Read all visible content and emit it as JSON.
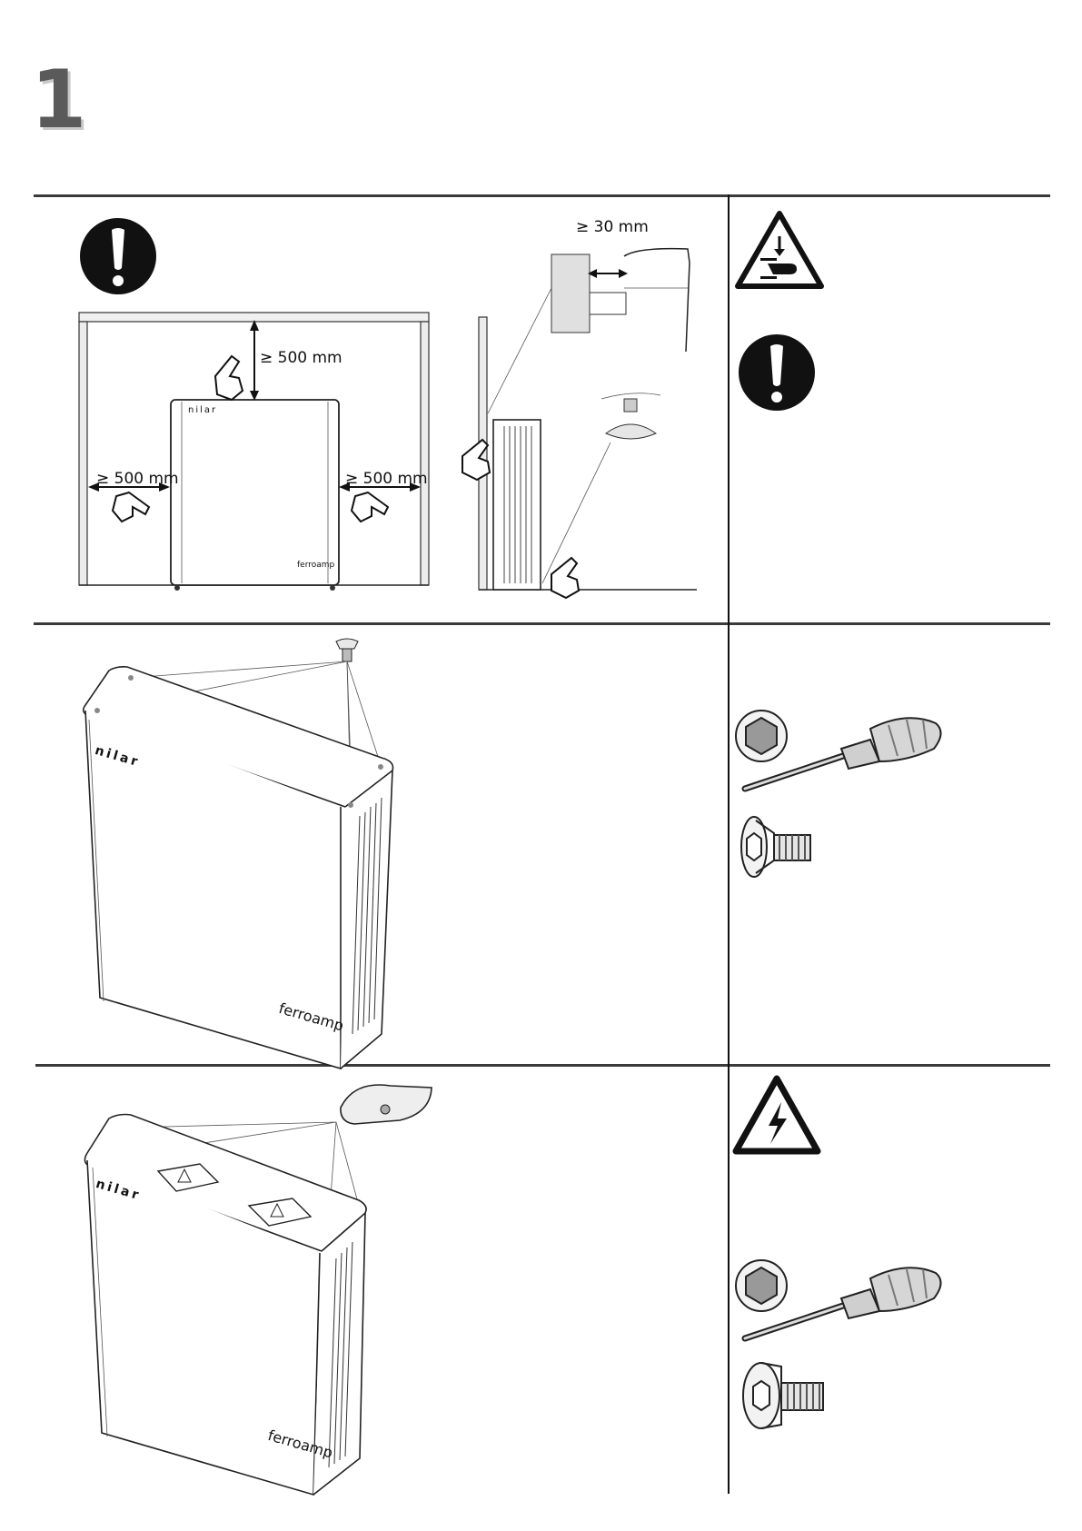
{
  "page": {
    "step_number": "1"
  },
  "panel1": {
    "clearance_top": "≥ 500 mm",
    "clearance_left": "≥ 500 mm",
    "clearance_right": "≥ 500 mm",
    "clearance_wall": "≥ 30 mm",
    "brand_nilar": "nilar",
    "brand_ferroamp": "ferroamp"
  },
  "panel2": {
    "brand_nilar": "nilar",
    "brand_ferroamp": "ferroamp"
  },
  "panel3": {
    "brand_nilar": "nilar",
    "brand_ferroamp": "ferroamp"
  },
  "icons": {
    "attention": "exclamation-icon",
    "crush_warning": "hand-crush-warning-icon",
    "electric_warning": "high-voltage-warning-icon",
    "tool": "hex-screwdriver-icon",
    "screw_flat": "countersunk-hex-screw-icon",
    "screw_cap": "socket-cap-screw-icon"
  },
  "colors": {
    "rule": "#3a3a3a",
    "ink": "#111111"
  }
}
